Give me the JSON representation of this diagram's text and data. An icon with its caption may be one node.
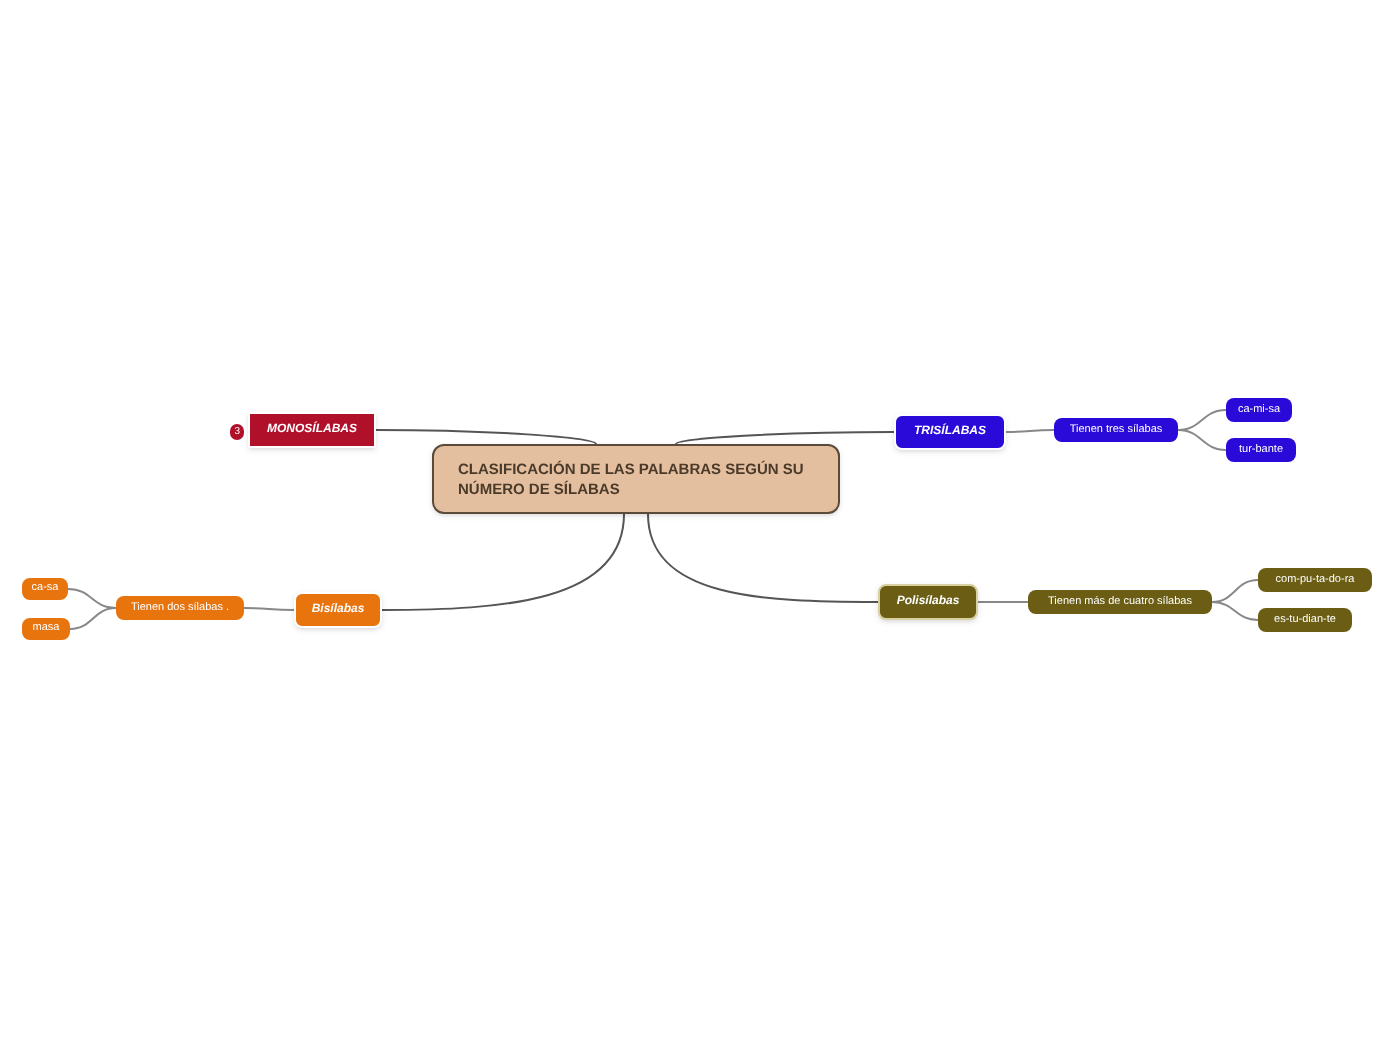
{
  "diagram": {
    "nodes": [
      {
        "text": [
          "CLASIFICACIÓN DE LAS PALABRAS SEGÚN SU NÚMERO DE SÍLABAS"
        ]
      },
      {
        "text": [
          "MONOSÍLABAS"
        ],
        "beside": [
          "3"
        ]
      },
      {
        "text": [
          "TRISÍLABAS"
        ]
      },
      {
        "text": [
          "Tienen tres sílabas"
        ]
      },
      {
        "text": [
          "ca-mi-sa"
        ]
      },
      {
        "text": [
          "tur-bante"
        ]
      },
      {
        "text": [
          "Bisílabas"
        ]
      },
      {
        "text": [
          "Tienen dos sílabas ."
        ]
      },
      {
        "text": [
          "ca-sa"
        ]
      },
      {
        "text": [
          "masa"
        ]
      },
      {
        "text": [
          "Polisílabas"
        ]
      },
      {
        "text": [
          "Tienen más de cuatro sílabas"
        ]
      },
      {
        "text": [
          "com-pu-ta-do-ra"
        ]
      },
      {
        "text": [
          "es-tu-dian-te"
        ]
      }
    ],
    "edges": [
      {
        "from": 0,
        "to": 1,
        "arrow": "none"
      },
      {
        "from": 0,
        "to": 2,
        "arrow": "none"
      },
      {
        "from": 2,
        "to": 3,
        "arrow": "none"
      },
      {
        "from": 3,
        "to": 4,
        "arrow": "none"
      },
      {
        "from": 3,
        "to": 5,
        "arrow": "none"
      },
      {
        "from": 0,
        "to": 6,
        "arrow": "none"
      },
      {
        "from": 6,
        "to": 7,
        "arrow": "none"
      },
      {
        "from": 7,
        "to": 8,
        "arrow": "none"
      },
      {
        "from": 7,
        "to": 9,
        "arrow": "none"
      },
      {
        "from": 0,
        "to": 10,
        "arrow": "none"
      },
      {
        "from": 10,
        "to": 11,
        "arrow": "none"
      },
      {
        "from": 11,
        "to": 12,
        "arrow": "none"
      },
      {
        "from": 11,
        "to": 13,
        "arrow": "none"
      }
    ]
  }
}
